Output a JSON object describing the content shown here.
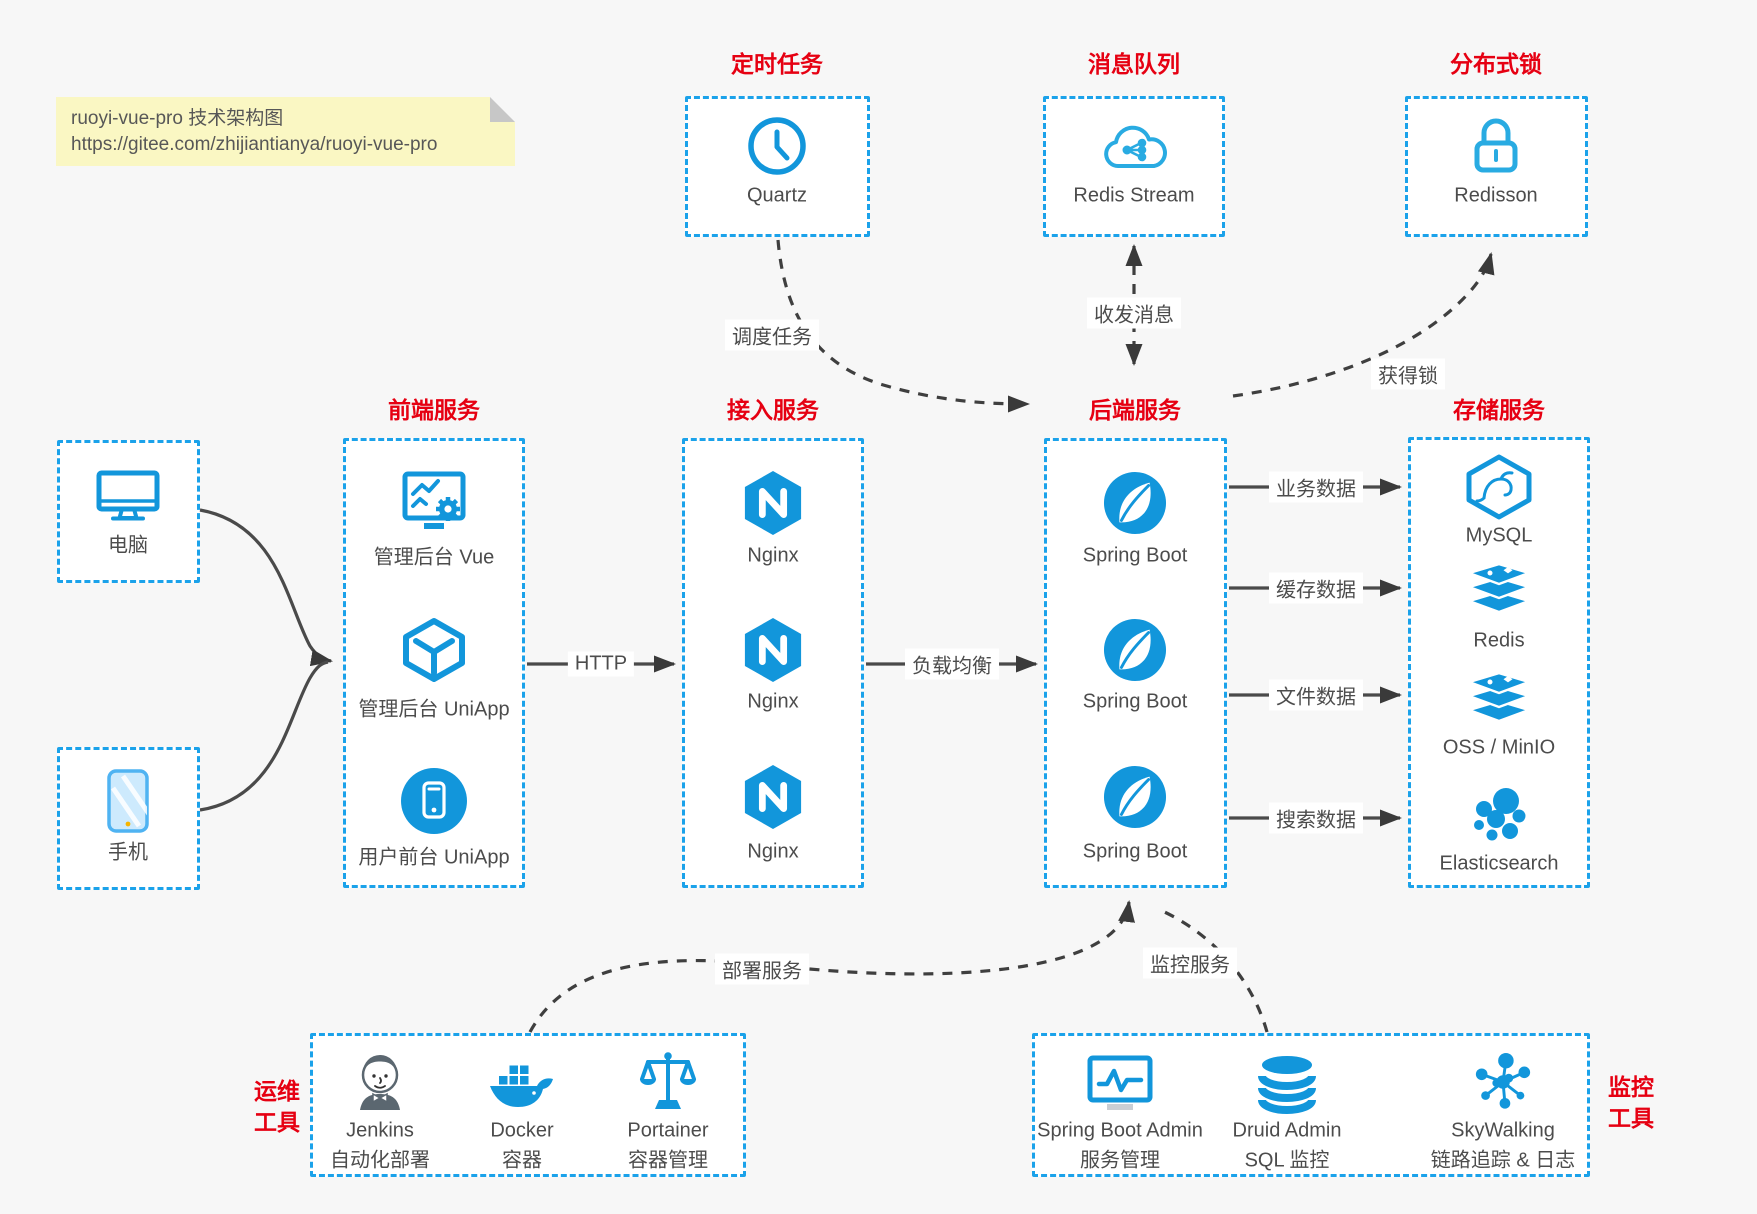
{
  "note": {
    "line1": "ruoyi-vue-pro 技术架构图",
    "line2": "https://gitee.com/zhijiantianya/ruoyi-vue-pro"
  },
  "colors": {
    "icon_blue": "#1296db",
    "border_blue": "#1ba2ea",
    "title_red": "#e60012",
    "note_bg": "#faf7c3",
    "canvas_bg": "#f7f7f7",
    "arrow_gray": "#4a4a4a"
  },
  "groups": {
    "scheduled_task": {
      "title": "定时任务",
      "node": "Quartz"
    },
    "message_queue": {
      "title": "消息队列",
      "node": "Redis Stream"
    },
    "distributed_lock": {
      "title": "分布式锁",
      "node": "Redisson"
    },
    "clients": {
      "computer": "电脑",
      "phone": "手机"
    },
    "frontend": {
      "title": "前端服务",
      "nodes": [
        "管理后台 Vue",
        "管理后台 UniApp",
        "用户前台 UniApp"
      ]
    },
    "access": {
      "title": "接入服务",
      "nodes": [
        "Nginx",
        "Nginx",
        "Nginx"
      ]
    },
    "backend": {
      "title": "后端服务",
      "nodes": [
        "Spring Boot",
        "Spring Boot",
        "Spring Boot"
      ]
    },
    "storage": {
      "title": "存储服务",
      "nodes": [
        "MySQL",
        "Redis",
        "OSS / MinIO",
        "Elasticsearch"
      ]
    },
    "devops": {
      "title_line1": "运维",
      "title_line2": "工具",
      "nodes": [
        {
          "name": "Jenkins",
          "desc": "自动化部署"
        },
        {
          "name": "Docker",
          "desc": "容器"
        },
        {
          "name": "Portainer",
          "desc": "容器管理"
        }
      ]
    },
    "monitoring": {
      "title_line1": "监控",
      "title_line2": "工具",
      "nodes": [
        {
          "name": "Spring Boot Admin",
          "desc": "服务管理"
        },
        {
          "name": "Druid Admin",
          "desc": "SQL 监控"
        },
        {
          "name": "SkyWalking",
          "desc": "链路追踪 & 日志"
        }
      ]
    }
  },
  "edges": {
    "http": "HTTP",
    "load_balance": "负载均衡",
    "business_data": "业务数据",
    "cache_data": "缓存数据",
    "file_data": "文件数据",
    "search_data": "搜索数据",
    "schedule_task": "调度任务",
    "send_receive_message": "收发消息",
    "acquire_lock": "获得锁",
    "deploy_service": "部署服务",
    "monitor_service": "监控服务"
  }
}
